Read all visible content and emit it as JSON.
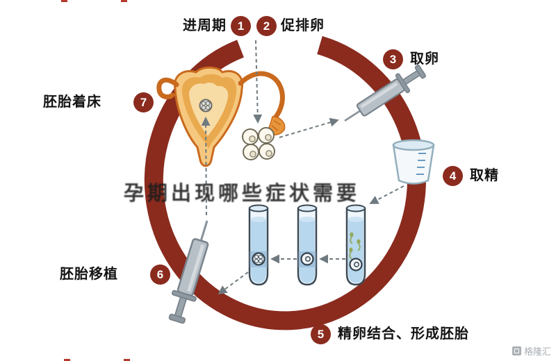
{
  "steps": [
    {
      "number": "1",
      "label": "进周期"
    },
    {
      "number": "2",
      "label": "促排卵"
    },
    {
      "number": "3",
      "label": "取卵"
    },
    {
      "number": "4",
      "label": "取精"
    },
    {
      "number": "5",
      "label": "精卵结合、形成胚胎"
    },
    {
      "number": "6",
      "label": "胚胎移植"
    },
    {
      "number": "7",
      "label": "胚胎着床"
    }
  ],
  "watermarks": {
    "center": "孕期出现哪些症状需要",
    "corner": "格隆汇"
  },
  "colors": {
    "ring": "#8a2b1e",
    "badge": "#8a2b1e",
    "label_text": "#141414",
    "uterus_fill": "#f6c87f",
    "uterus_outline": "#c96a1e",
    "tube_liquid": "#b7d7ee",
    "steel": "#b8c0c7",
    "arrow": "#6f7a80"
  }
}
